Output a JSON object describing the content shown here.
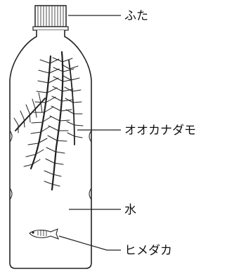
{
  "labels": {
    "cap": "ふた",
    "waterweed": "オオカナダモ",
    "water": "水",
    "medaka": "ヒメダカ"
  }
}
